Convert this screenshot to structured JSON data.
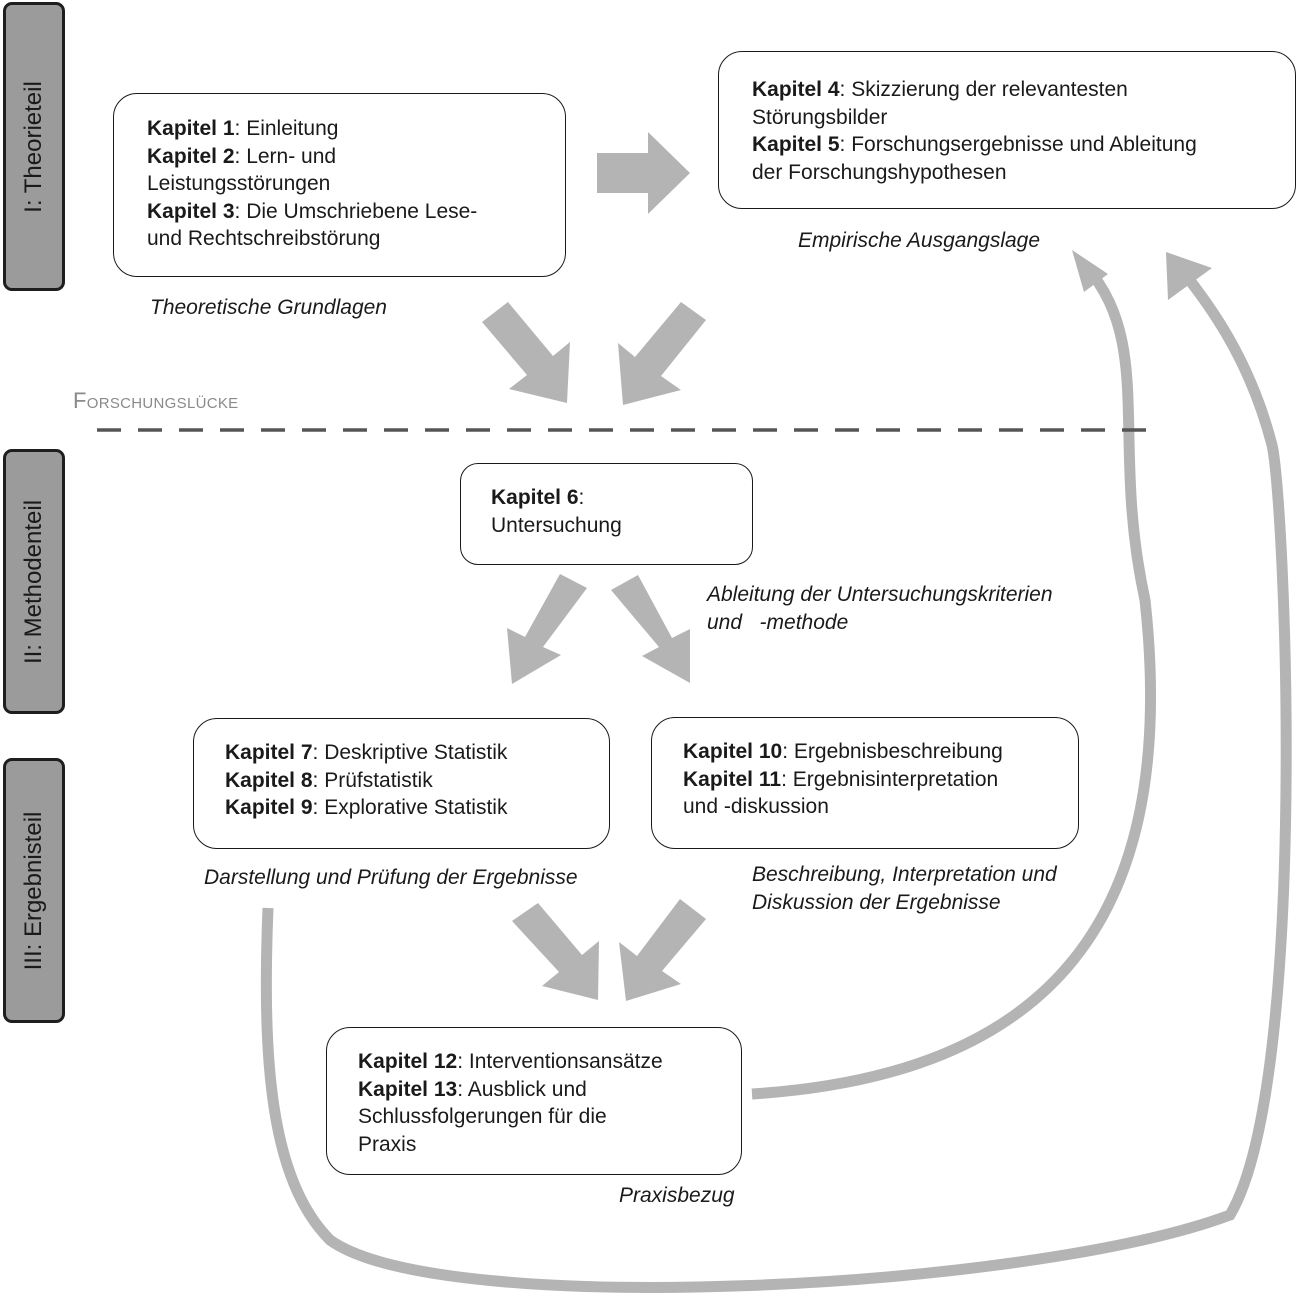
{
  "sections": [
    {
      "id": "theorie",
      "label": "I: Theorieteil"
    },
    {
      "id": "methoden",
      "label": "II: Methodenteil"
    },
    {
      "id": "ergebnis",
      "label": "III: Ergebnisteil"
    }
  ],
  "gap_label": "Forschungslücke",
  "boxes": {
    "grundlagen": {
      "lines": [
        {
          "bold": "Kapitel 1",
          "text": ": Einleitung"
        },
        {
          "bold": "Kapitel 2",
          "text": ": Lern- und"
        },
        {
          "bold": "",
          "text": "Leistungsstörungen"
        },
        {
          "bold": "Kapitel 3",
          "text": ": Die Umschriebene Lese-"
        },
        {
          "bold": "",
          "text": "und Rechtschreibstörung"
        }
      ],
      "caption": [
        "Theoretische Grundlagen"
      ]
    },
    "ausgangslage": {
      "lines": [
        {
          "bold": "Kapitel 4",
          "text": ": Skizzierung der relevantesten"
        },
        {
          "bold": "",
          "text": "Störungsbilder"
        },
        {
          "bold": "Kapitel 5",
          "text": ": Forschungsergebnisse und Ableitung"
        },
        {
          "bold": "",
          "text": "der Forschungshypothesen"
        }
      ],
      "caption": [
        "Empirische Ausgangslage"
      ]
    },
    "untersuchung": {
      "lines": [
        {
          "bold": "Kapitel 6",
          "text": ":"
        },
        {
          "bold": "",
          "text": "Untersuchung"
        }
      ],
      "caption": [
        "Ableitung der Untersuchungskriterien",
        "und   -methode"
      ]
    },
    "statistik": {
      "lines": [
        {
          "bold": "Kapitel 7",
          "text": ": Deskriptive Statistik"
        },
        {
          "bold": "Kapitel 8",
          "text": ": Prüfstatistik"
        },
        {
          "bold": "Kapitel 9",
          "text": ": Explorative Statistik"
        }
      ],
      "caption": [
        "Darstellung und Prüfung der Ergebnisse"
      ]
    },
    "ergebnisse": {
      "lines": [
        {
          "bold": "Kapitel 10",
          "text": ": Ergebnisbeschreibung"
        },
        {
          "bold": "Kapitel 11",
          "text": ": Ergebnisinterpretation"
        },
        {
          "bold": "",
          "text": "und -diskussion"
        }
      ],
      "caption": [
        "Beschreibung, Interpretation und",
        "Diskussion der Ergebnisse"
      ]
    },
    "praxis": {
      "lines": [
        {
          "bold": "Kapitel 12",
          "text": ": Interventionsansätze"
        },
        {
          "bold": "Kapitel 13",
          "text": ": Ausblick und"
        },
        {
          "bold": "",
          "text": "Schlussfolgerungen für die"
        },
        {
          "bold": "",
          "text": "Praxis"
        }
      ],
      "caption": [
        "Praxisbezug"
      ]
    }
  },
  "colors": {
    "arrow": "#b4b4b4",
    "tab_fill": "#9b9b9b",
    "tab_border": "#1e1e1e",
    "dash": "#555555",
    "gap_label": "#8a8a8a"
  }
}
